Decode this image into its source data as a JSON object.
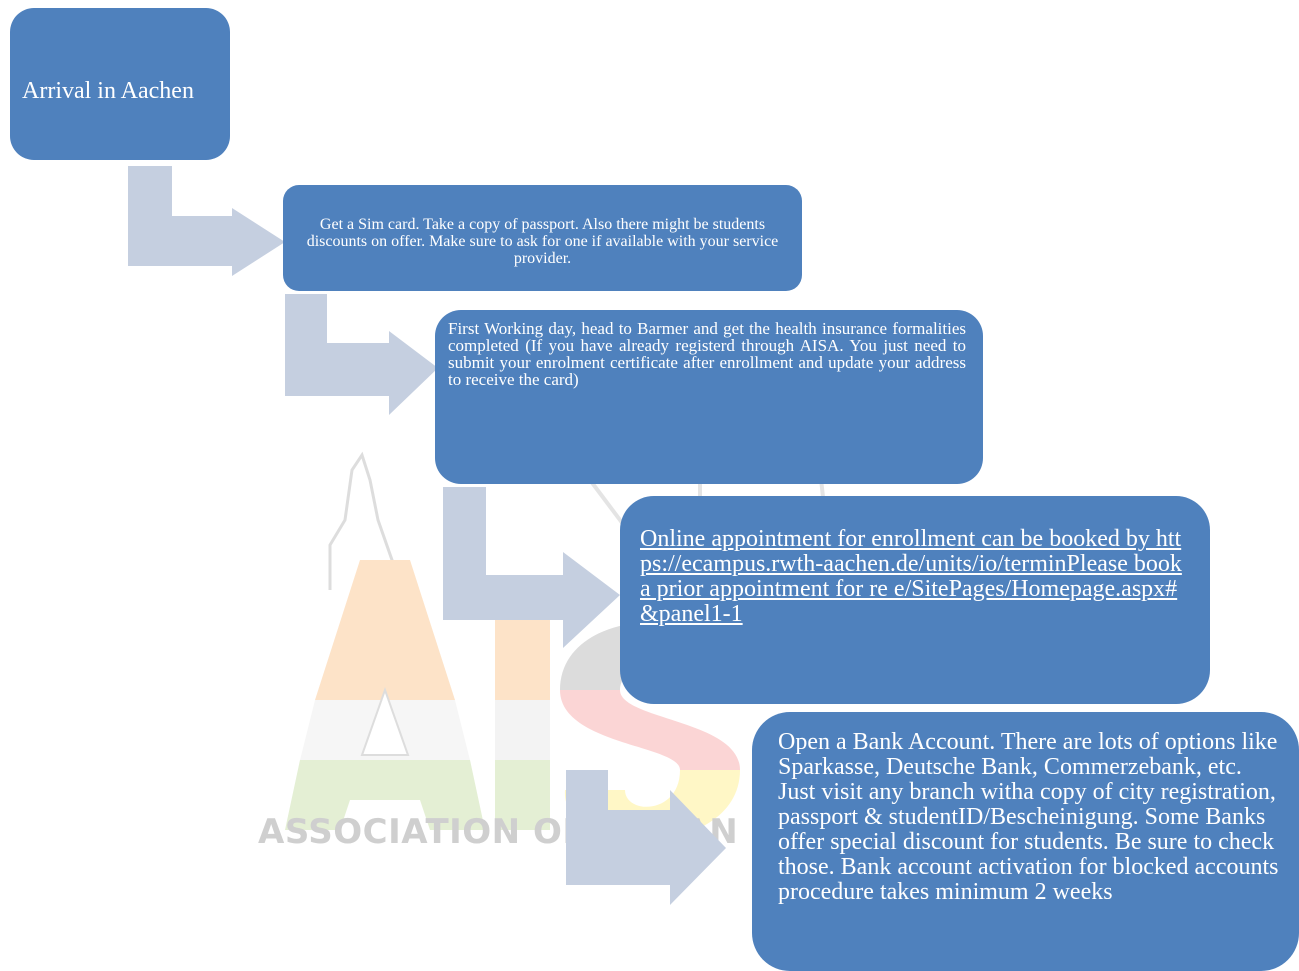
{
  "watermark": {
    "logo_text": "AISA",
    "tagline": "ASSOCIATION OF INDIAN STUDENT"
  },
  "steps": [
    {
      "text": "Arrival in Aachen"
    },
    {
      "text": "Get a Sim card. Take a copy of passport. Also there might be students discounts on offer. Make sure to ask for one if  available with your service provider."
    },
    {
      "text": "First Working day, head to Barmer and get the health insurance formalities completed (If you have already registerd through AISA. You just need to submit your enrolment certificate after enrollment and update your address to receive the card)"
    },
    {
      "text": "Online appointment for enrollment can be booked by https://ecampus.rwth-aachen.de/units/io/terminPlease book a prior appointment for re e/SitePages/Homepage.aspx#&panel1-1"
    },
    {
      "text": "Open a Bank Account. There are lots of options like Sparkasse, Deutsche Bank, Commerzebank, etc. Just visit any branch witha copy of city registration, passport & studentID/Bescheinigung. Some Banks offer special discount for students.  Be sure to check those. Bank account activation for blocked accounts  procedure takes minimum 2 weeks"
    }
  ],
  "colors": {
    "box_fill": "#4f81bd",
    "box_text": "#ffffff",
    "arrow_fill": "#c5cfe0",
    "watermark_orange": "#fde3c8",
    "watermark_red": "#fbd5d5",
    "watermark_gray": "#dcdcdc",
    "watermark_green": "#e4efd4",
    "watermark_yellow": "#fff7c6"
  }
}
